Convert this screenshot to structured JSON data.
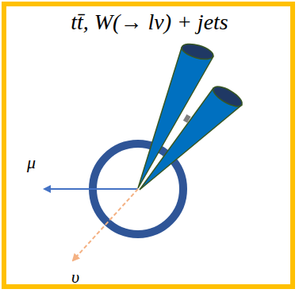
{
  "diagram": {
    "title": "tt̄, W(→ lv) + jets",
    "labels": [
      "μ",
      "υ"
    ]
  }
}
